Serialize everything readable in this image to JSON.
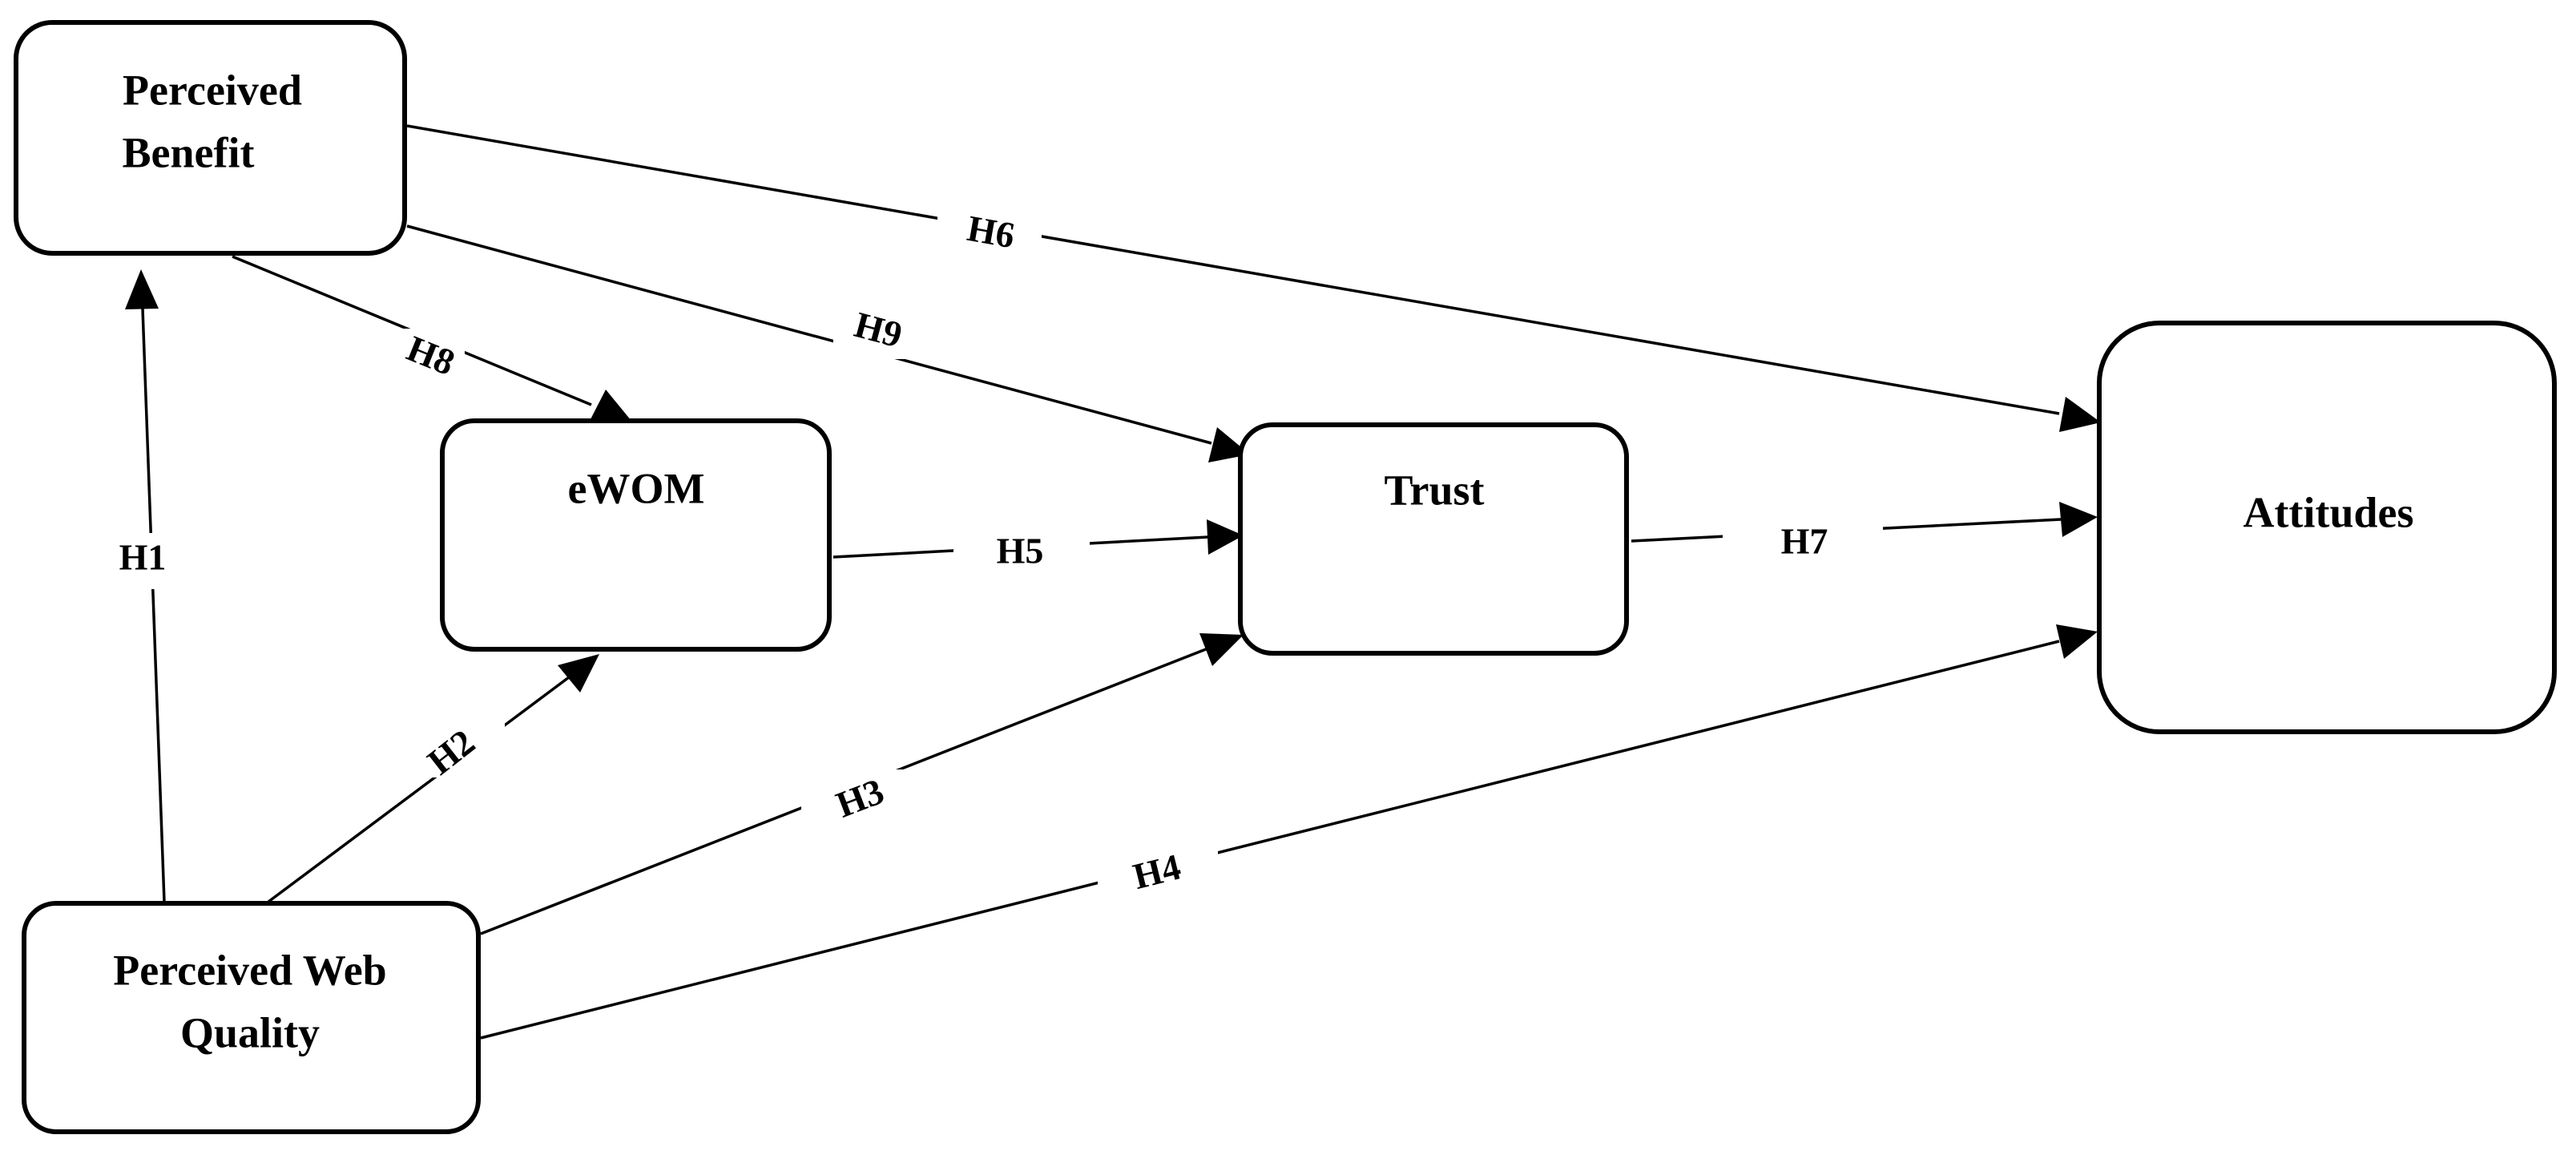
{
  "nodes": {
    "perceived_benefit": {
      "lines": [
        "Perceived",
        "Benefit"
      ]
    },
    "ewom": {
      "lines": [
        "eWOM"
      ]
    },
    "trust": {
      "lines": [
        "Trust"
      ]
    },
    "attitudes": {
      "lines": [
        "Attitudes"
      ]
    },
    "perceived_web_quality": {
      "lines": [
        "Perceived Web",
        "Quality"
      ]
    }
  },
  "edges": [
    {
      "id": "h1",
      "label": "H1",
      "from": "perceived_web_quality",
      "to": "perceived_benefit"
    },
    {
      "id": "h2",
      "label": "H2",
      "from": "perceived_web_quality",
      "to": "ewom"
    },
    {
      "id": "h3",
      "label": "H3",
      "from": "perceived_web_quality",
      "to": "trust"
    },
    {
      "id": "h4",
      "label": "H4",
      "from": "perceived_web_quality",
      "to": "attitudes"
    },
    {
      "id": "h5",
      "label": "H5",
      "from": "ewom",
      "to": "trust"
    },
    {
      "id": "h6",
      "label": "H6",
      "from": "perceived_benefit",
      "to": "attitudes"
    },
    {
      "id": "h7",
      "label": "H7",
      "from": "trust",
      "to": "attitudes"
    },
    {
      "id": "h8",
      "label": "H8",
      "from": "perceived_benefit",
      "to": "ewom"
    },
    {
      "id": "h9",
      "label": "H9",
      "from": "perceived_benefit",
      "to": "trust"
    }
  ],
  "colors": {
    "stroke": "#000000",
    "fill": "#ffffff"
  }
}
